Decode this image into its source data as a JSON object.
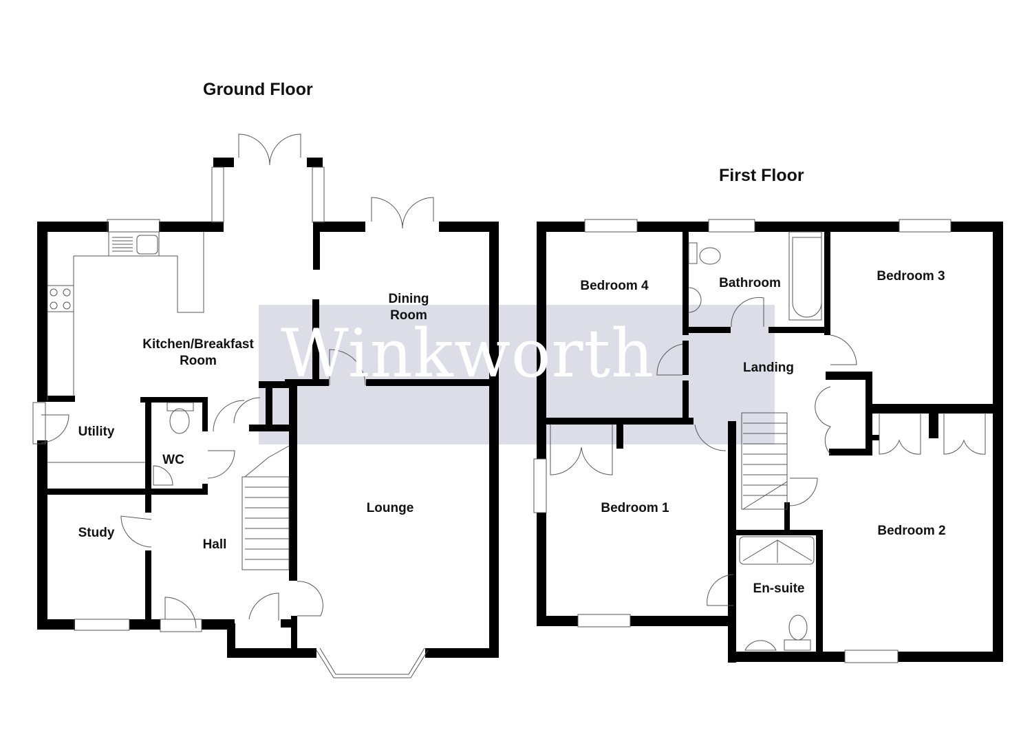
{
  "watermark": {
    "text": "Winkworth",
    "band_color": "#dcdde6",
    "text_color": "#ffffff"
  },
  "colors": {
    "wall": "#000000",
    "fixture_line": "#555555",
    "background": "#ffffff"
  },
  "ground_floor": {
    "title": "Ground Floor",
    "rooms": {
      "kitchen": {
        "line1": "Kitchen/Breakfast",
        "line2": "Room"
      },
      "dining": {
        "line1": "Dining",
        "line2": "Room"
      },
      "utility": "Utility",
      "wc": "WC",
      "study": "Study",
      "hall": "Hall",
      "lounge": "Lounge"
    }
  },
  "first_floor": {
    "title": "First Floor",
    "rooms": {
      "bedroom4": "Bedroom 4",
      "bathroom": "Bathroom",
      "bedroom3": "Bedroom 3",
      "landing": "Landing",
      "bedroom1": "Bedroom 1",
      "bedroom2": "Bedroom 2",
      "ensuite": "En-suite"
    }
  }
}
